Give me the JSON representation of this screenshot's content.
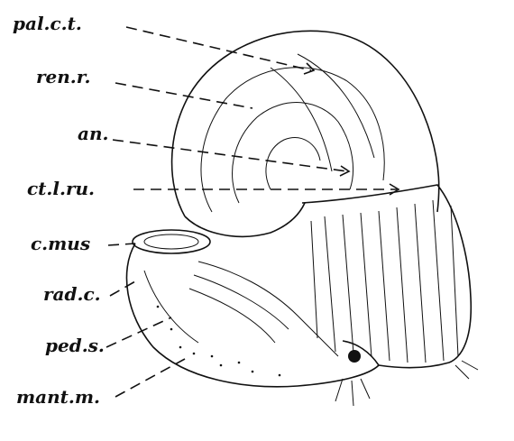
{
  "figure": {
    "labels": [
      {
        "id": "pal",
        "text": "pal.c.t."
      },
      {
        "id": "ren",
        "text": "ren.r."
      },
      {
        "id": "an",
        "text": "an."
      },
      {
        "id": "ctl",
        "text": "ct.l.ru."
      },
      {
        "id": "cmus",
        "text": "c.mus"
      },
      {
        "id": "radc",
        "text": "rad.c."
      },
      {
        "id": "peds",
        "text": "ped.s."
      },
      {
        "id": "mant",
        "text": "mant.m."
      }
    ],
    "colors": {
      "ink": "#111111",
      "paper": "#ffffff"
    }
  }
}
